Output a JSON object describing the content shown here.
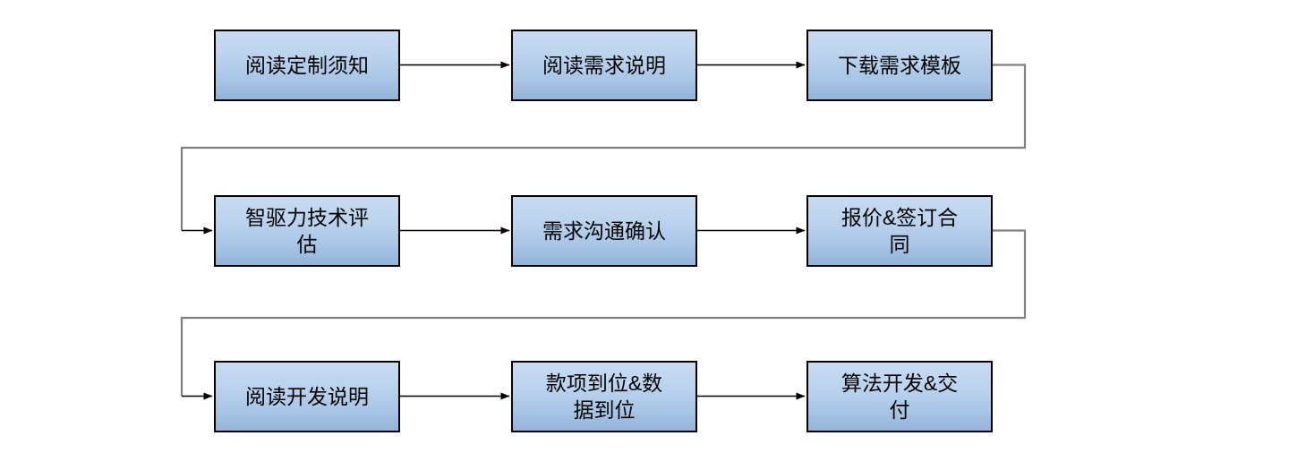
{
  "diagram": {
    "type": "flowchart",
    "orientation": "serpentine-left-to-right",
    "title": "",
    "background_color": "#ffffff",
    "node_fill_top": "#c8dbf2",
    "node_fill_bottom": "#93b4d8",
    "node_border_color": "#000000",
    "arrow_color": "#000000",
    "wrap_connector_color": "#808080",
    "nodes": [
      {
        "id": "n1",
        "label": "阅读定制须知",
        "row": 1,
        "col": 1
      },
      {
        "id": "n2",
        "label": "阅读需求说明",
        "row": 1,
        "col": 2
      },
      {
        "id": "n3",
        "label": "下载需求模板",
        "row": 1,
        "col": 3
      },
      {
        "id": "n4",
        "label": "智驱力技术评\n估",
        "row": 2,
        "col": 1
      },
      {
        "id": "n5",
        "label": "需求沟通确认",
        "row": 2,
        "col": 2
      },
      {
        "id": "n6",
        "label": "报价&签订合\n同",
        "row": 2,
        "col": 3
      },
      {
        "id": "n7",
        "label": "阅读开发说明",
        "row": 3,
        "col": 1
      },
      {
        "id": "n8",
        "label": "款项到位&数\n据到位",
        "row": 3,
        "col": 2
      },
      {
        "id": "n9",
        "label": "算法开发&交\n付",
        "row": 3,
        "col": 3
      }
    ],
    "edges": [
      {
        "from": "n1",
        "to": "n2",
        "style": "straight",
        "label": ""
      },
      {
        "from": "n2",
        "to": "n3",
        "style": "straight",
        "label": ""
      },
      {
        "from": "n3",
        "to": "n4",
        "style": "wrap",
        "label": ""
      },
      {
        "from": "n4",
        "to": "n5",
        "style": "straight",
        "label": ""
      },
      {
        "from": "n5",
        "to": "n6",
        "style": "straight",
        "label": ""
      },
      {
        "from": "n6",
        "to": "n7",
        "style": "wrap",
        "label": ""
      },
      {
        "from": "n7",
        "to": "n8",
        "style": "straight",
        "label": ""
      },
      {
        "from": "n8",
        "to": "n9",
        "style": "straight",
        "label": ""
      }
    ]
  }
}
